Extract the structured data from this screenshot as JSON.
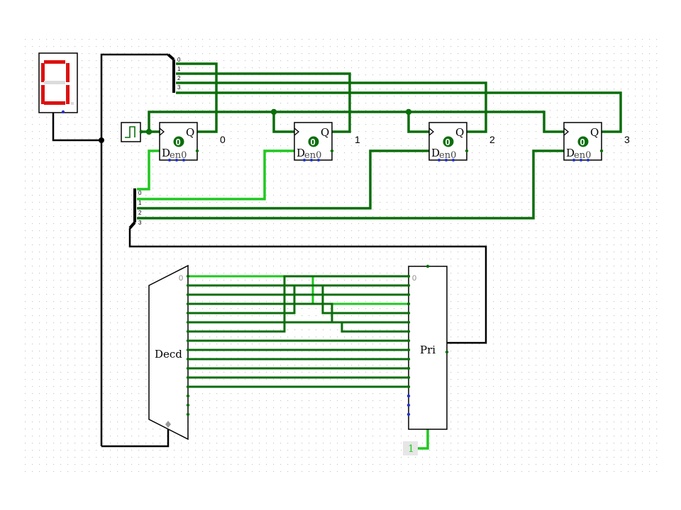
{
  "colors": {
    "wire_dark": "#0b6e0b",
    "wire_light": "#1fc91f",
    "wire_black": "#000000",
    "segment_on": "#dd1111",
    "segment_off": "#dcdcdc",
    "grid_dot": "#c8c8c8",
    "pin_blue": "#2233cc"
  },
  "flipflops": [
    {
      "q_label": "Q",
      "d_label": "D",
      "en_label": "en",
      "state": "0",
      "index_label": "0"
    },
    {
      "q_label": "Q",
      "d_label": "D",
      "en_label": "en",
      "state": "0",
      "index_label": "1"
    },
    {
      "q_label": "Q",
      "d_label": "D",
      "en_label": "en",
      "state": "0",
      "index_label": "2"
    },
    {
      "q_label": "Q",
      "d_label": "D",
      "en_label": "en",
      "state": "0",
      "index_label": "3"
    }
  ],
  "splitters": {
    "top_bits": [
      "0",
      "1",
      "2",
      "3"
    ],
    "mid_bits": [
      "0",
      "1",
      "2",
      "3"
    ]
  },
  "decoder": {
    "label": "Decd",
    "bit0_label": "0"
  },
  "priority_encoder": {
    "label": "Pri",
    "bit0_label": "0"
  },
  "constant": {
    "value": "1"
  },
  "clock": {
    "icon": "clock-square-wave-icon"
  },
  "seven_segment": {
    "displayed_digit": "0"
  }
}
